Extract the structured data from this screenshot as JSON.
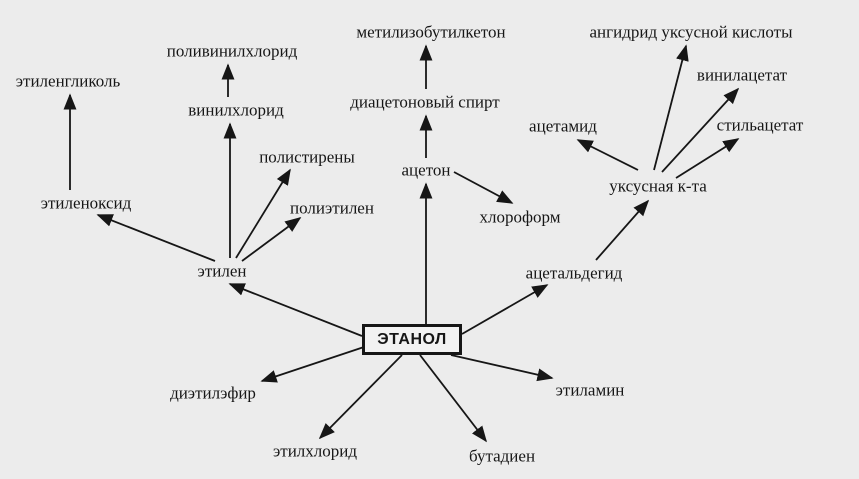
{
  "center": "ЭТАНОЛ",
  "nodes": {
    "etilenglikol": "этиленгликоль",
    "polivinilhlorid": "поливинилхлорид",
    "vinilhlorid": "винилхлорид",
    "polistireny": "полистирены",
    "etilenoksid": "этиленоксид",
    "polietilen": "полиэтилен",
    "etilen": "этилен",
    "metilizobutilketon": "метилизобутилкетон",
    "diacetonovyi_spirt": "диацетоновый спирт",
    "aceton": "ацетон",
    "hloroform": "хлороформ",
    "angidrid": "ангидрид уксусной кислоты",
    "vinilacetat": "винилацетат",
    "acetamid": "ацетамид",
    "stilacetat": "стильацетат",
    "uksusnaya": "уксусная к-та",
    "acetaldegid": "ацетальдегид",
    "dietilefir": "диэтилэфир",
    "etilamin": "этиламин",
    "etilhlorid": "этилхлорид",
    "butadien": "бутадиен"
  },
  "colors": {
    "line": "#161616",
    "background": "#ececec"
  }
}
